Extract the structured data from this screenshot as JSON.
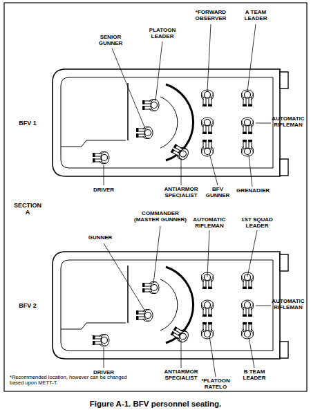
{
  "diagram": {
    "caption": "Figure A-1. BFV personnel seating.",
    "labels": [
      "SENIOR GUNNER",
      "PLATOON LEADER",
      "*FORWARD OBSERVER",
      "A TEAM LEADER",
      "BFV 1",
      "AUTOMATIC RIFLEMAN",
      "DRIVER",
      "ANTIARMOR SPECIALIST",
      "BFV GUNNER",
      "GRENADIER",
      "SECTION A",
      "COMMANDER (MASTER GUNNER)",
      "GUNNER",
      "AUTOMATIC RIFLEMAN",
      "1ST SQUAD LEADER",
      "BFV 2",
      "AUTOMATIC RIFLEMAN",
      "DRIVER",
      "ANTIARMOR SPECIALIST",
      "*PLATOON RATELO",
      "B TEAM LEADER",
      "*Recommended location, however can be changed based upon METT-T."
    ]
  }
}
